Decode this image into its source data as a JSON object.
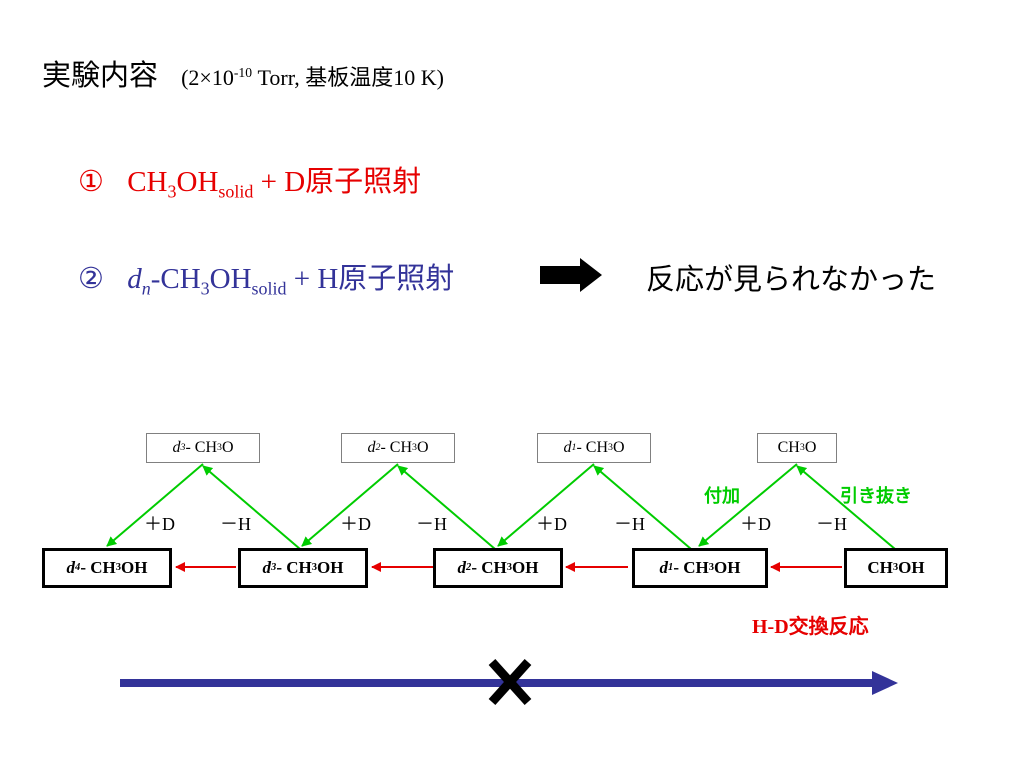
{
  "title": {
    "main": "実験内容",
    "cond_prefix": "(2×10",
    "cond_exp": "-10",
    "cond_rest": " Torr,  基板温度10 K)"
  },
  "exp1": {
    "num": "①",
    "formula_a": "CH",
    "sub_3": "3",
    "formula_b": "OH",
    "sub_solid": "solid",
    "plus": " + D",
    "jp": "原子照射"
  },
  "exp2": {
    "num": "②",
    "d": "d",
    "sub_n": "n",
    "formula_a": "-CH",
    "sub_3": "3",
    "formula_b": "OH",
    "sub_solid": "solid",
    "plus": " + H",
    "jp": "原子照射"
  },
  "result": "反応が見られなかった",
  "diagram": {
    "top_boxes": [
      {
        "d": "d",
        "n": "3",
        "a": "- CH",
        "s": "3",
        "b": "O"
      },
      {
        "d": "d",
        "n": "2",
        "a": "- CH",
        "s": "3",
        "b": "O"
      },
      {
        "d": "d",
        "n": "1",
        "a": "- CH",
        "s": "3",
        "b": "O"
      },
      {
        "d": "",
        "n": "",
        "a": "CH",
        "s": "3",
        "b": "O"
      }
    ],
    "bottom_boxes": [
      {
        "d": "d",
        "n": "4",
        "a": "- CH",
        "s": "3",
        "b": "OH"
      },
      {
        "d": "d",
        "n": "3",
        "a": "- CH",
        "s": "3",
        "b": "OH"
      },
      {
        "d": "d",
        "n": "2",
        "a": "- CH",
        "s": "3",
        "b": "OH"
      },
      {
        "d": "d",
        "n": "1",
        "a": "- CH",
        "s": "3",
        "b": "OH"
      },
      {
        "d": "",
        "n": "",
        "a": "CH",
        "s": "3",
        "b": "OH"
      }
    ],
    "plus_d": "＋D",
    "minus_h": "－H",
    "addition": "付加",
    "abstraction": "引き抜き",
    "exchange": "H-D交換反応"
  },
  "colors": {
    "red": "#e60000",
    "blue": "#333399",
    "green": "#00cc00",
    "arrow_line": "#333399"
  }
}
